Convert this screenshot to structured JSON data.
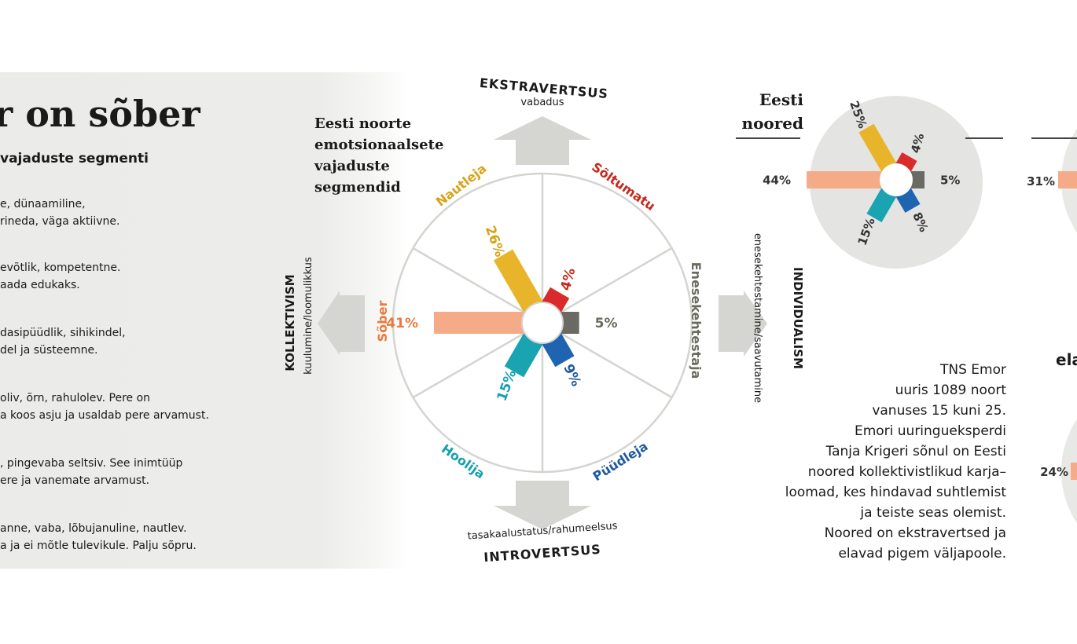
{
  "header": {
    "headline": "r on sõber",
    "subhead": "vajaduste segmenti"
  },
  "descriptions": [
    [
      "e, dünaamiline,",
      "rineda, väga aktiivne."
    ],
    [
      "evõtlik, kompetentne.",
      "aada edukaks."
    ],
    [
      "dasipüüdlik, sihikindel,",
      "del ja süsteemne."
    ],
    [
      "oliv, õrn, rahulolev. Pere on",
      "a koos asju ja usaldab pere arvamust."
    ],
    [
      ", pingevaba seltsiv. See inimtüüp",
      "ere ja vanemate arvamust."
    ],
    [
      "anne, vaba, lõbujanuline, nautlev.",
      "a ja ei mõtle tulevikule. Palju sõpru."
    ]
  ],
  "center": {
    "title_lines": [
      "Eesti noorte",
      "emotsionaalsete",
      "vajaduste",
      "segmendid"
    ],
    "axes": {
      "top": {
        "name": "EKSTRAVERTSUS",
        "sub": "vabadus"
      },
      "bottom": {
        "name": "INTROVERTSUS",
        "sub": "tasakaalustatus/rahumeelsus"
      },
      "left": {
        "name": "KOLLEKTIVISM",
        "sub": "kuulumine/loomulikkus"
      },
      "right": {
        "name": "INDIVIDUALISM",
        "sub": "enesekehtestamine/saavutamine"
      }
    }
  },
  "chart_data": [
    {
      "type": "radial-bar",
      "title": "Eesti noorte emotsionaalsete vajaduste segmendid",
      "categories": [
        "Nautleja",
        "Sõltumatu",
        "Enesekehtestaja",
        "Püüdleja",
        "Hoolija",
        "Sõber"
      ],
      "values": [
        26,
        4,
        5,
        9,
        15,
        41
      ],
      "labels": [
        "26%",
        "4%",
        "5%",
        "9%",
        "15%",
        "41%"
      ],
      "colors": [
        "#e8b52a",
        "#d92b2b",
        "#6a6a62",
        "#1f64b0",
        "#1aa3b0",
        "#f6ab88"
      ],
      "label_colors": [
        "#d9a216",
        "#c8281c",
        "#6a6a5e",
        "#1e5aa0",
        "#14a0b0",
        "#ea7a3e"
      ]
    },
    {
      "type": "radial-bar",
      "title": "Eesti noored",
      "categories": [
        "Nautleja",
        "Sõltumatu",
        "Enesekehtestaja",
        "Püüdleja",
        "Hoolija",
        "Sõber"
      ],
      "values": [
        25,
        4,
        5,
        8,
        15,
        44
      ],
      "labels": [
        "25%",
        "4%",
        "5%",
        "8%",
        "15%",
        "44%"
      ],
      "colors": [
        "#e8b52a",
        "#d92b2b",
        "#6a6a62",
        "#1f64b0",
        "#1aa3b0",
        "#f6ab88"
      ]
    }
  ],
  "right": {
    "title_lines": [
      "Eesti",
      "noored"
    ],
    "info_lines": [
      "TNS Emor",
      "uuris 1089 noort",
      "vanuses 15 kuni 25.",
      "Emori uuringueksperdi",
      "Tanja Krigeri sõnul on Eesti",
      "noored kollektivistlikud karja–",
      "loomad, kes hindavad suhtlemist",
      "ja teiste seas olemist.",
      "Noored on ekstravertsed ja",
      "elavad pigem väljapoole."
    ],
    "cut_values": [
      "31%",
      "24%"
    ],
    "cut_text": "ela"
  },
  "colors": {
    "panel": "#ebebea",
    "arrow": "#d5d5d2",
    "ring": "#d4d4d0"
  }
}
